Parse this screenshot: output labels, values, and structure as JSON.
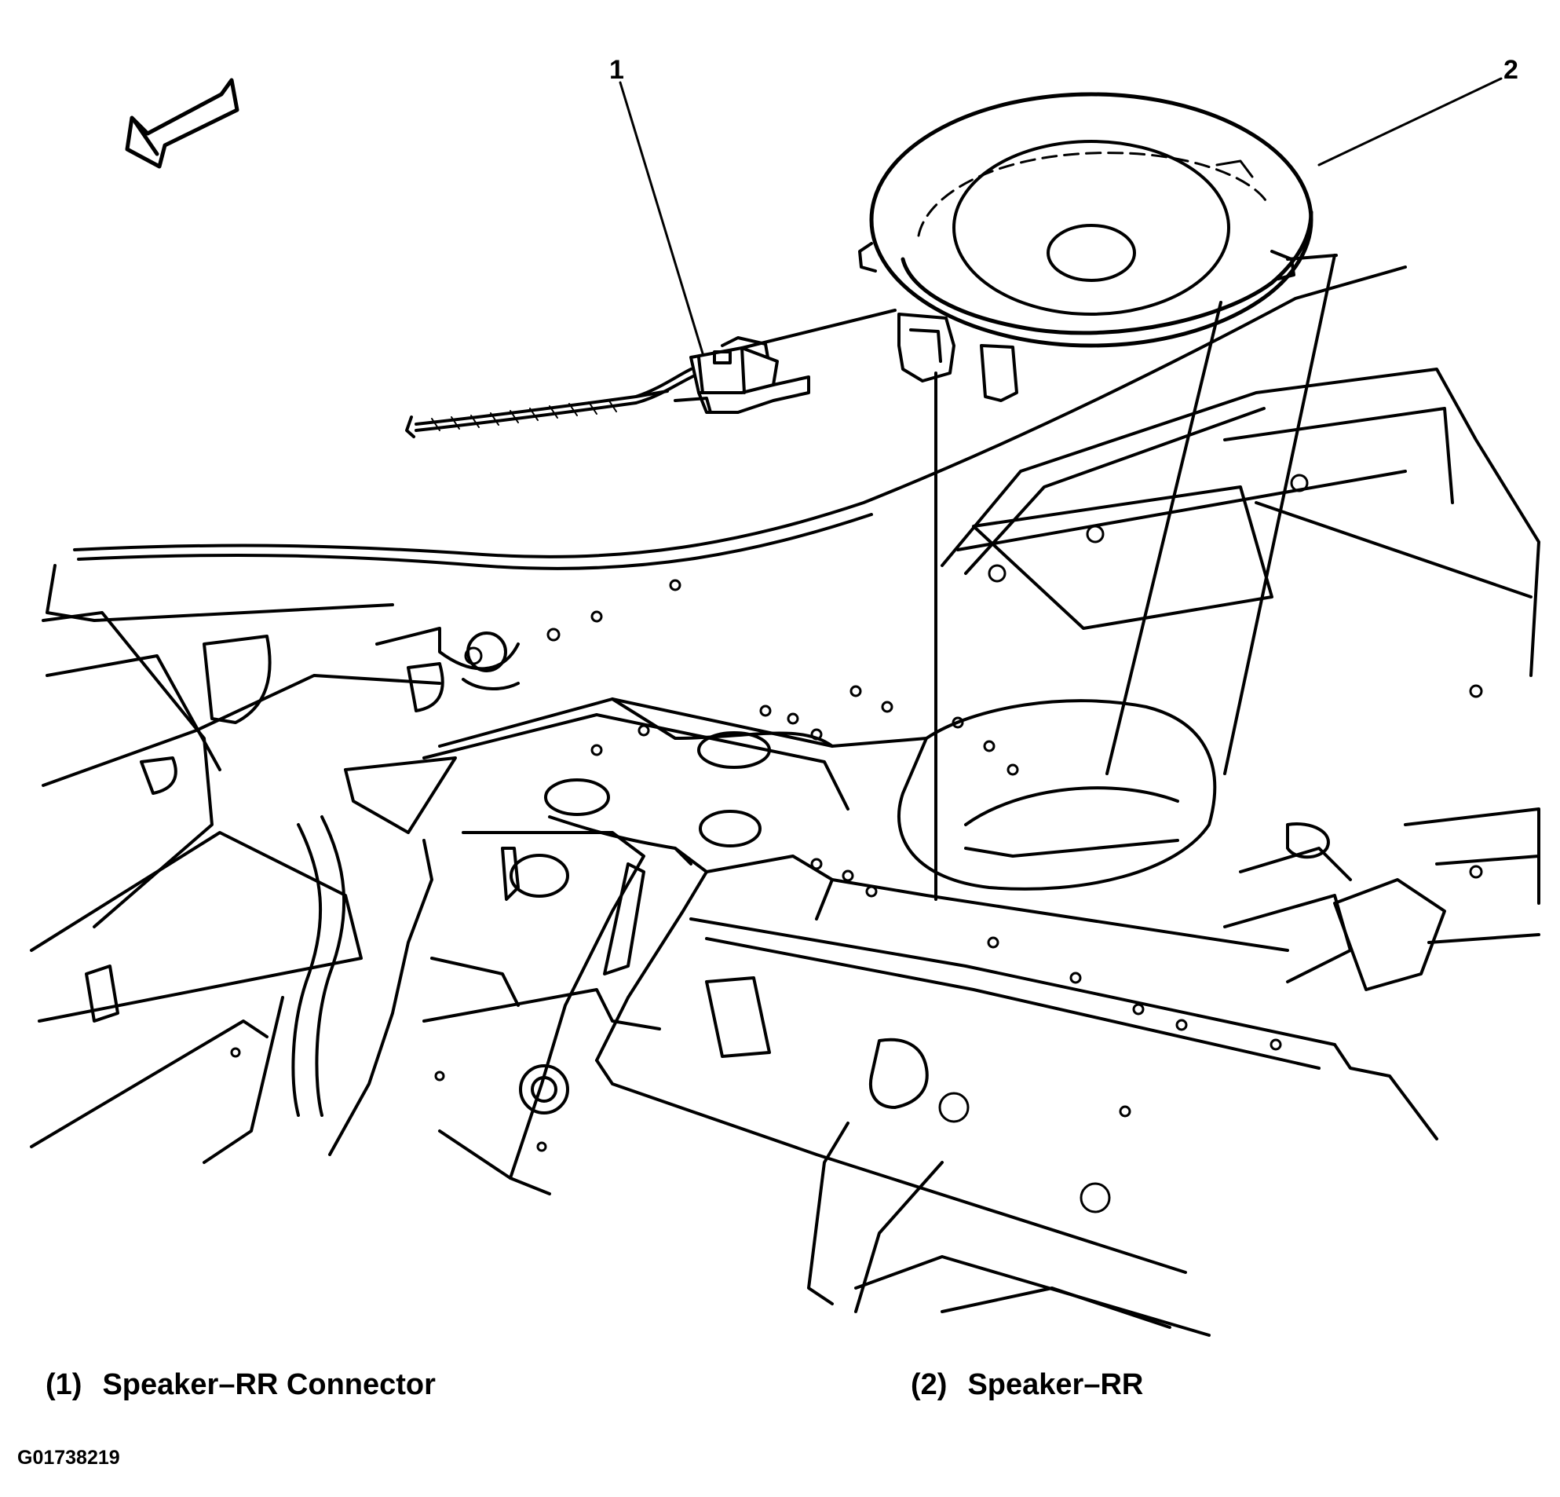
{
  "callouts": [
    {
      "number": "1",
      "label": "Speaker–RR Connector"
    },
    {
      "number": "2",
      "label": "Speaker–RR"
    }
  ],
  "legend": {
    "item1_number": "(1)",
    "item1_label": "Speaker–RR Connector",
    "item2_number": "(2)",
    "item2_label": "Speaker–RR"
  },
  "figure_id": "G01738219",
  "icons": [
    "front-direction-arrow-icon"
  ]
}
